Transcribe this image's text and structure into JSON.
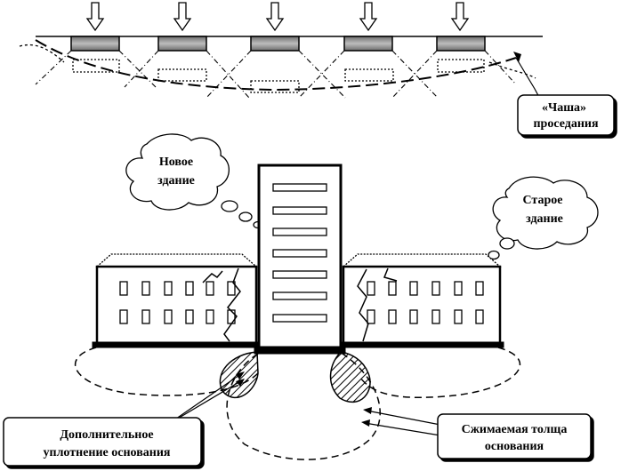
{
  "labels": {
    "subsidence_bowl_line1": "«Чаша»",
    "subsidence_bowl_line2": "проседания",
    "new_building_line1": "Новое",
    "new_building_line2": "здание",
    "old_building_line1": "Старое",
    "old_building_line2": "здание",
    "compressible_line1": "Сжимаемая толща",
    "compressible_line2": "основания",
    "extra_compaction_line1": "Дополнительное",
    "extra_compaction_line2": "уплотнение основания"
  },
  "top_scheme": {
    "footing_count": 5,
    "load_arrows": 5
  },
  "colors": {
    "ink": "#000000",
    "footing_fill": "#9a9a9a",
    "background": "#ffffff"
  }
}
